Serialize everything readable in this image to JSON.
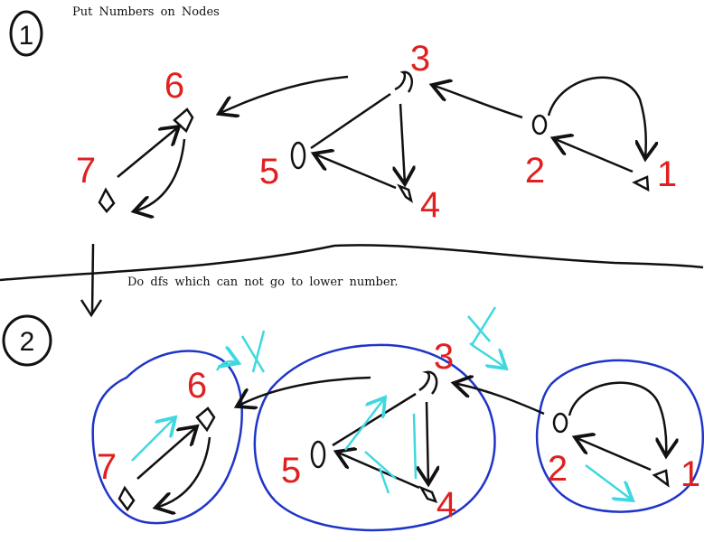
{
  "captions": {
    "step1": "Put Numbers on Nodes",
    "step2": "Do dfs which can not go to lower number."
  },
  "steps": [
    "1",
    "2"
  ],
  "node_labels": [
    "1",
    "2",
    "3",
    "4",
    "5",
    "6",
    "7"
  ],
  "colors": {
    "ink": "#111111",
    "label": "#e02020",
    "scc_circle": "#1f35c8",
    "dfs_arrow": "#3fd8e0"
  }
}
